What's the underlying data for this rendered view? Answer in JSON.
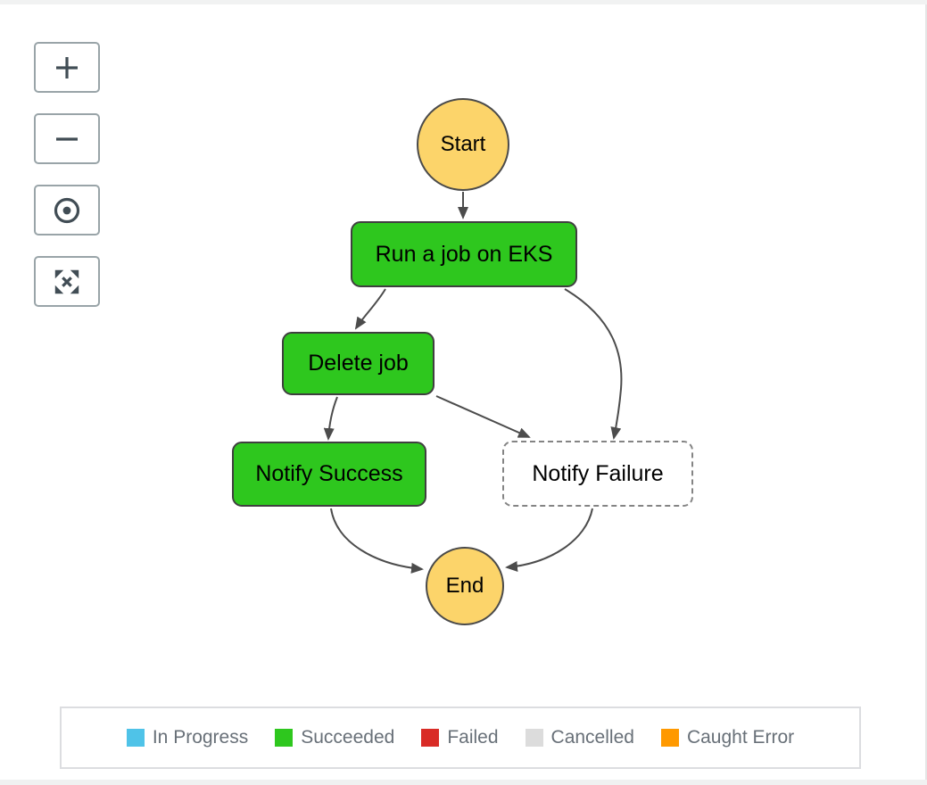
{
  "workflow": {
    "nodes": [
      {
        "id": "start",
        "label": "Start",
        "shape": "circle",
        "status": "start"
      },
      {
        "id": "run-job-on-eks",
        "label": "Run a job on EKS",
        "shape": "rect",
        "status": "succeeded"
      },
      {
        "id": "delete-job",
        "label": "Delete job",
        "shape": "rect",
        "status": "succeeded"
      },
      {
        "id": "notify-success",
        "label": "Notify Success",
        "shape": "rect",
        "status": "succeeded"
      },
      {
        "id": "notify-failure",
        "label": "Notify Failure",
        "shape": "rect",
        "status": "not-executed"
      },
      {
        "id": "end",
        "label": "End",
        "shape": "circle",
        "status": "end"
      }
    ],
    "edges": [
      {
        "from": "start",
        "to": "run-job-on-eks"
      },
      {
        "from": "run-job-on-eks",
        "to": "delete-job"
      },
      {
        "from": "run-job-on-eks",
        "to": "notify-failure"
      },
      {
        "from": "delete-job",
        "to": "notify-success"
      },
      {
        "from": "delete-job",
        "to": "notify-failure"
      },
      {
        "from": "notify-success",
        "to": "end"
      },
      {
        "from": "notify-failure",
        "to": "end"
      }
    ]
  },
  "colors": {
    "start_end_fill": "#fcd46a",
    "succeeded_fill": "#2ec71e",
    "not_executed_fill": "#ffffff",
    "edge_stroke": "#4c4c4c"
  },
  "toolbar": {
    "buttons": [
      {
        "name": "zoom-in"
      },
      {
        "name": "zoom-out"
      },
      {
        "name": "center"
      },
      {
        "name": "fit-view"
      }
    ]
  },
  "legend": {
    "items": [
      {
        "label": "In Progress",
        "color": "#4fc3e8"
      },
      {
        "label": "Succeeded",
        "color": "#2ec71e"
      },
      {
        "label": "Failed",
        "color": "#d92b26"
      },
      {
        "label": "Cancelled",
        "color": "#dcdcdc"
      },
      {
        "label": "Caught Error",
        "color": "#ff9900"
      }
    ]
  }
}
